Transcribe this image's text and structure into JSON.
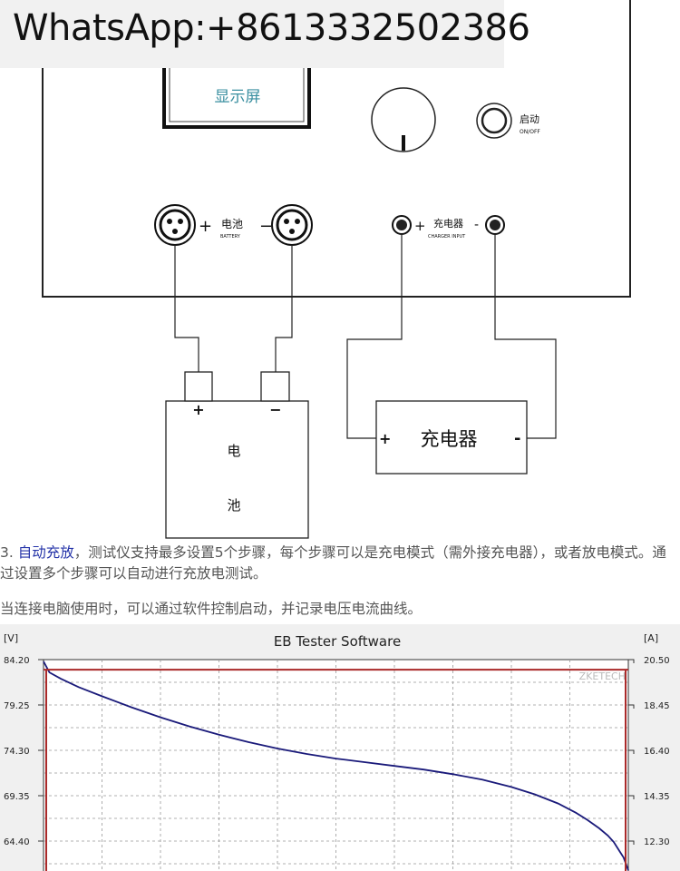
{
  "banner": {
    "text": "WhatsApp:+8613332502386"
  },
  "diagram": {
    "display_label": "显示屏",
    "start_label": "启动",
    "start_sub": "ON/OFF",
    "battery_label": "电池",
    "battery_sub": "BATTERY",
    "charger_input_label": "充电器",
    "charger_input_sub": "CHARGER INPUT",
    "plus": "+",
    "minus": "−",
    "minus_hyphen": "-",
    "battery_box_plus": "+",
    "battery_box_minus": "−",
    "battery_char1": "电",
    "battery_char2": "池",
    "charger_box_label": "充电器",
    "charger_box_plus": "+",
    "charger_box_minus": "-"
  },
  "text": {
    "p1_number": "3. ",
    "p1_link": "自动充放",
    "p1_rest": "，测试仪支持最多设置5个步骤，每个步骤可以是充电模式（需外接充电器），或者放电模式。通过设置多个步骤可以自动进行充放电测试。",
    "p2": "当连接电脑使用时，可以通过软件控制启动，并记录电压电流曲线。"
  },
  "chart_data": {
    "type": "line",
    "title": "EB Tester Software",
    "left_unit": "[V]",
    "right_unit": "[A]",
    "watermark": "ZKETECH",
    "y_left_ticks": [
      "84.20",
      "79.25",
      "74.30",
      "69.35",
      "64.40"
    ],
    "y_right_ticks": [
      "20.50",
      "18.45",
      "16.40",
      "14.35",
      "12.30"
    ],
    "ylim_left": [
      59.45,
      84.2
    ],
    "ylim_right": [
      10.25,
      20.5
    ],
    "grid": true,
    "series": [
      {
        "color": "#1a1a7a",
        "x": [
          0,
          1,
          3,
          6,
          10,
          15,
          20,
          25,
          30,
          35,
          40,
          45,
          50,
          55,
          60,
          65,
          70,
          75,
          80,
          84,
          88,
          91,
          93,
          95,
          96.5,
          97.5,
          98.5,
          99.2,
          100
        ],
        "values": [
          84.0,
          82.8,
          82.1,
          81.2,
          80.2,
          79.0,
          77.9,
          76.9,
          76.0,
          75.2,
          74.5,
          73.9,
          73.4,
          73.0,
          72.6,
          72.2,
          71.7,
          71.1,
          70.3,
          69.5,
          68.5,
          67.5,
          66.7,
          65.8,
          65.0,
          64.3,
          63.3,
          62.6,
          61.2
        ]
      },
      {
        "color": "#aa2a2a",
        "x": [
          0,
          100
        ],
        "values": [
          83.1,
          83.1
        ]
      }
    ]
  }
}
